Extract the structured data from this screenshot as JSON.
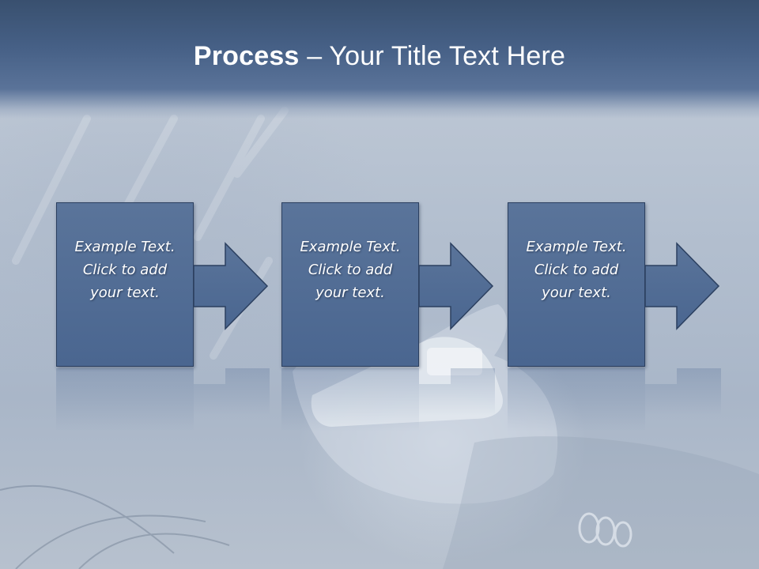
{
  "slide": {
    "title_bold": "Process",
    "title_rest": " – Your Title Text Here"
  },
  "steps": [
    {
      "text": "Example Text.\nClick  to add\nyour text."
    },
    {
      "text": "Example Text.\nClick  to add\nyour text."
    },
    {
      "text": "Example Text.\nClick  to add\nyour text."
    }
  ],
  "colors": {
    "header": "#466086",
    "box_fill": "#4f6a92",
    "box_border": "#2c4060",
    "text": "#ffffff"
  }
}
